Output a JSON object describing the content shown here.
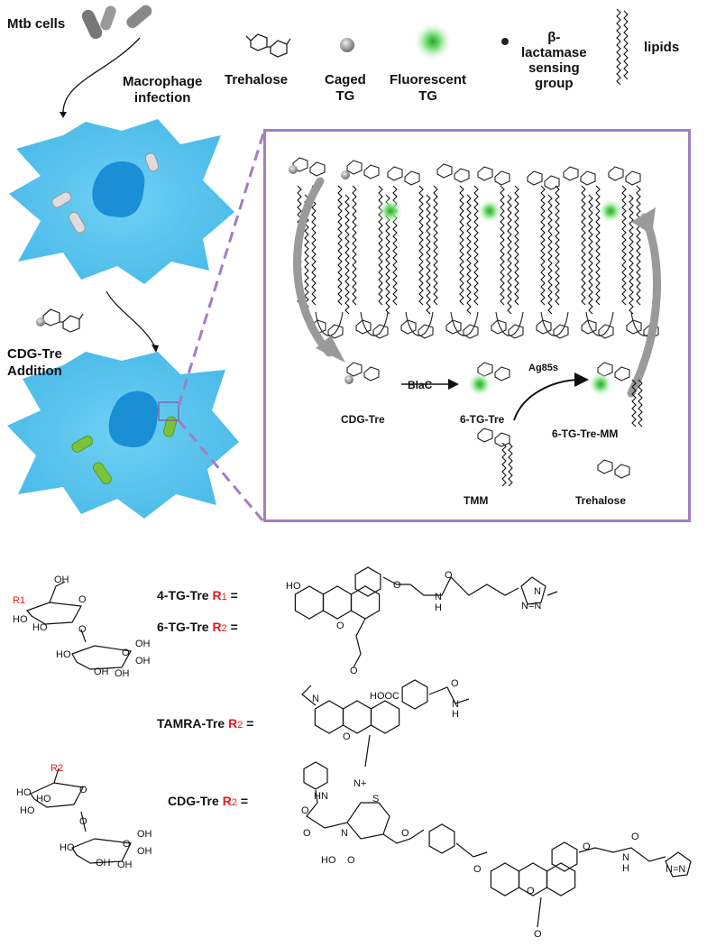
{
  "legend": {
    "mtb_cells": "Mtb cells",
    "macrophage_infection": [
      "Macrophage",
      "infection"
    ],
    "trehalose": "Trehalose",
    "caged_tg": [
      "Caged",
      "TG"
    ],
    "fluorescent_tg": [
      "Fluorescent",
      "TG"
    ],
    "sensing_group": [
      "β-",
      "lactamase",
      "sensing",
      "group"
    ],
    "lipids": "lipids"
  },
  "left": {
    "cdg_addition": [
      "CDG-Tre",
      "Addition"
    ]
  },
  "pathway": {
    "cdg_tre": "CDG-Tre",
    "blac": "BlaC",
    "tg_tre": "6-TG-Tre",
    "ag85s": "Ag85s",
    "tg_tre_mm": "6-TG-Tre-MM",
    "tmm": "TMM",
    "trehalose": "Trehalose"
  },
  "structures": {
    "row1_name": "4-TG-Tre",
    "row1_r": "R",
    "row1_sub": "1",
    "row2_name": "6-TG-Tre",
    "row2_r": "R",
    "row2_sub": "2",
    "row3_name": "TAMRA-Tre",
    "row3_r": "R",
    "row3_sub": "2",
    "row4_name": "CDG-Tre",
    "row4_r": "R",
    "row4_sub": "2",
    "eq": "=",
    "sugar_r1": "R1",
    "sugar_r2": "R2",
    "atoms": {
      "oh": "OH",
      "ho": "HO",
      "o": "O",
      "n": "N",
      "h": "H",
      "s": "S",
      "hooc": "HOOC",
      "nn": "N=N",
      "nplus": "N+"
    }
  },
  "colors": {
    "cell": "#5bc4ee",
    "nucleus": "#1a8fd6",
    "box_border": "#a17ec2",
    "dash": "#a17ec2",
    "green_tg": "#5fd35f",
    "bacteria_green": "#7cc23a",
    "red_label": "#e8191b"
  }
}
